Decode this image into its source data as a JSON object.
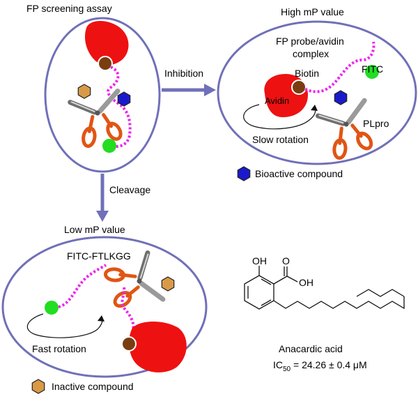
{
  "colors": {
    "ellipse_fill": "#ffffff",
    "ellipse_stroke": "#7070b8",
    "arrow": "#7070b8",
    "avidin": "#ee1111",
    "biotin": "#7a3d10",
    "fitc": "#22dd22",
    "linker": "#ee22ee",
    "scissors_handle": "#e05515",
    "scissors_blade": "#9a9a9a",
    "bioactive_compound": "#1a1acc",
    "inactive_compound": "#d99a48"
  },
  "icons": {
    "avidin": "red-blob",
    "biotin": "brown-circle",
    "fitc": "green-circle",
    "enzyme": "scissors-icon",
    "bioactive_compound": "blue-hexagon-icon",
    "inactive_compound": "orange-hexagon-icon",
    "rotation": "curved-arrow-icon"
  },
  "panels": {
    "assay": {
      "title": "FP screening assay"
    },
    "high": {
      "title": "High mP value",
      "complex_label_1": "FP probe/avidin",
      "complex_label_2": "complex",
      "biotin": "Biotin",
      "avidin": "Avidin",
      "fitc": "FITC",
      "rotation": "Slow rotation",
      "enzyme": "PLpro"
    },
    "low": {
      "title": "Low mP value",
      "peptide": "FITC-FTLKGG",
      "rotation": "Fast rotation"
    }
  },
  "arrows": {
    "inhibition": "Inhibition",
    "cleavage": "Cleavage"
  },
  "legend": {
    "bioactive": "Bioactive compound",
    "inactive": "Inactive compound"
  },
  "molecule": {
    "oh": "OH",
    "carbonyl_o": "O",
    "acid_oh": "OH",
    "name": "Anacardic acid",
    "ic50_prefix": "IC",
    "ic50_sub": "50",
    "ic50_value": " = 24.26 ± 0.4 μM"
  }
}
